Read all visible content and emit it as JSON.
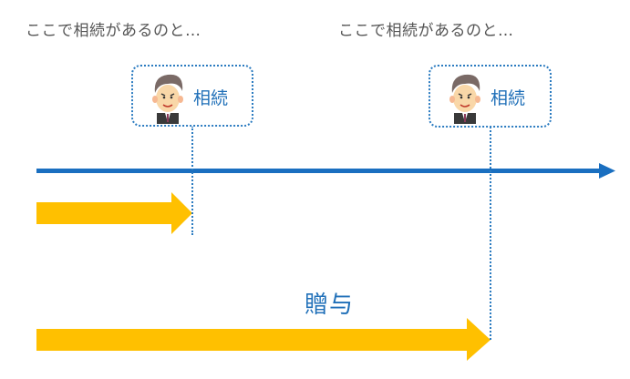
{
  "captions": {
    "left": "ここで相続があるのと…",
    "right": "ここで相続があるのと…"
  },
  "events": [
    {
      "label": "相続",
      "icon": "businessman-icon"
    },
    {
      "label": "相続",
      "icon": "businessman-icon"
    }
  ],
  "gift_label": "贈与",
  "colors": {
    "timeline": "#1a6fc0",
    "arrow": "#ffc000",
    "dotted": "#2b7bc0",
    "label": "#1f6fb8"
  }
}
